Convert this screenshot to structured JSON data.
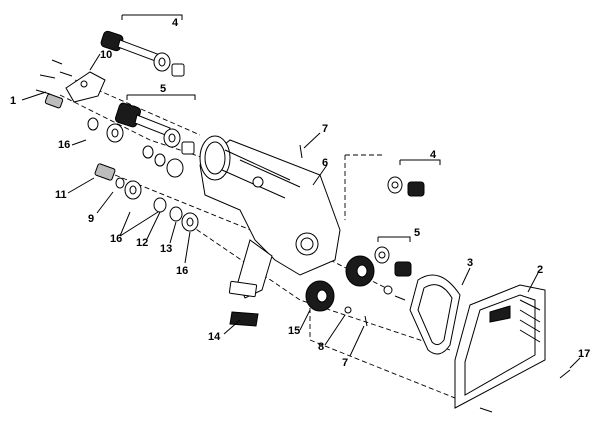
{
  "labels": {
    "l1": "1",
    "l2": "2",
    "l3": "3",
    "l4a": "4",
    "l4b": "4",
    "l5a": "5",
    "l5b": "5",
    "l6": "6",
    "l7a": "7",
    "l7b": "7",
    "l8": "8",
    "l9": "9",
    "l10": "10",
    "l11": "11",
    "l12": "12",
    "l13": "13",
    "l14": "14",
    "l15": "15",
    "l16a": "16",
    "l16b": "16",
    "l16c": "16",
    "l17": "17"
  }
}
